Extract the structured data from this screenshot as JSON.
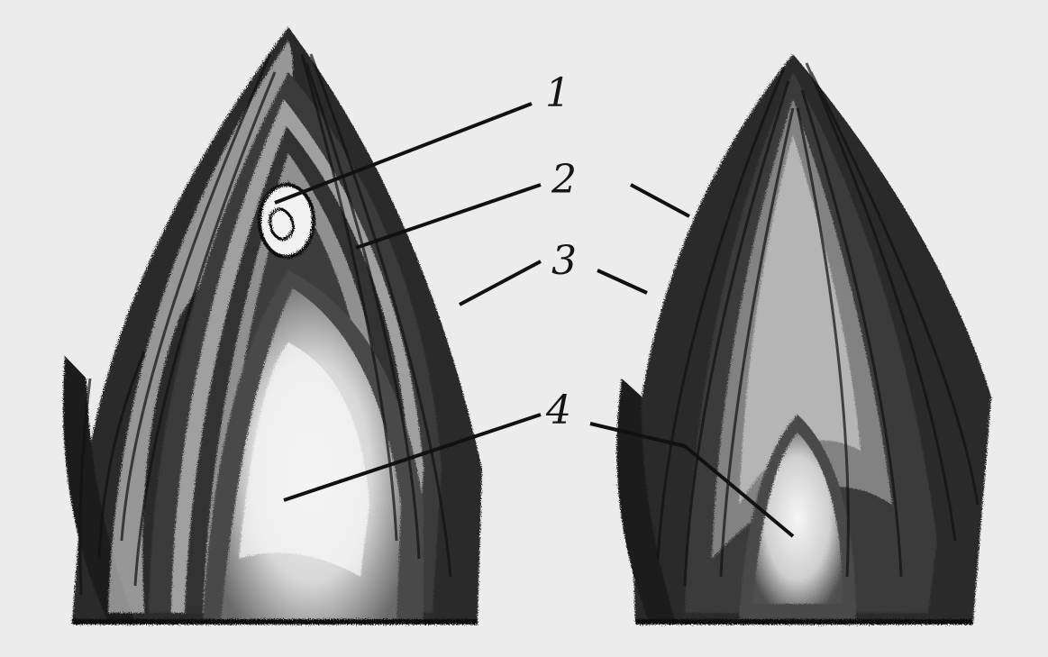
{
  "labels": {
    "l1": "1",
    "l2": "2",
    "l3": "3",
    "l4": "4"
  },
  "colors": {
    "background": "#ececec",
    "ink": "#161616"
  }
}
